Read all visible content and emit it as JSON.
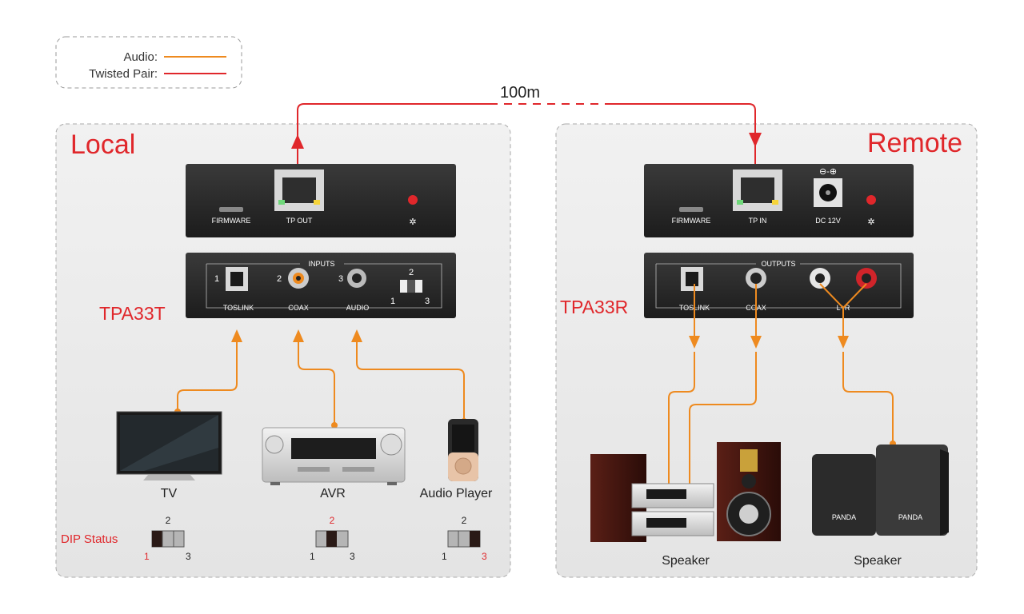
{
  "legend": {
    "audio_label": "Audio:",
    "tp_label": "Twisted Pair:"
  },
  "colors": {
    "audio": "#ee8a1f",
    "twisted_pair": "#e0272b",
    "accent_text": "#e0272b"
  },
  "distance": "100m",
  "local": {
    "title": "Local",
    "model": "TPA33T",
    "back_panel": {
      "firmware": "FIRMWARE",
      "tp_out": "TP OUT"
    },
    "front_panel": {
      "group": "INPUTS",
      "port_labels": [
        "TOSLINK",
        "COAX",
        "AUDIO"
      ],
      "port_numbers": [
        "1",
        "2",
        "3"
      ],
      "switch_numbers": [
        "2",
        "1",
        "3"
      ]
    },
    "devices": [
      "TV",
      "AVR",
      "Audio Player"
    ],
    "dip_status_label": "DIP Status",
    "dip_numbers": [
      "2",
      "1",
      "3"
    ]
  },
  "remote": {
    "title": "Remote",
    "model": "TPA33R",
    "back_panel": {
      "firmware": "FIRMWARE",
      "tp_in": "TP IN",
      "dc": "DC 12V"
    },
    "front_panel": {
      "group": "OUTPUTS",
      "port_labels": [
        "TOSLINK",
        "COAX",
        "L+R"
      ]
    },
    "devices": [
      "Speaker",
      "Speaker"
    ],
    "speaker_brand": "PANDA"
  }
}
